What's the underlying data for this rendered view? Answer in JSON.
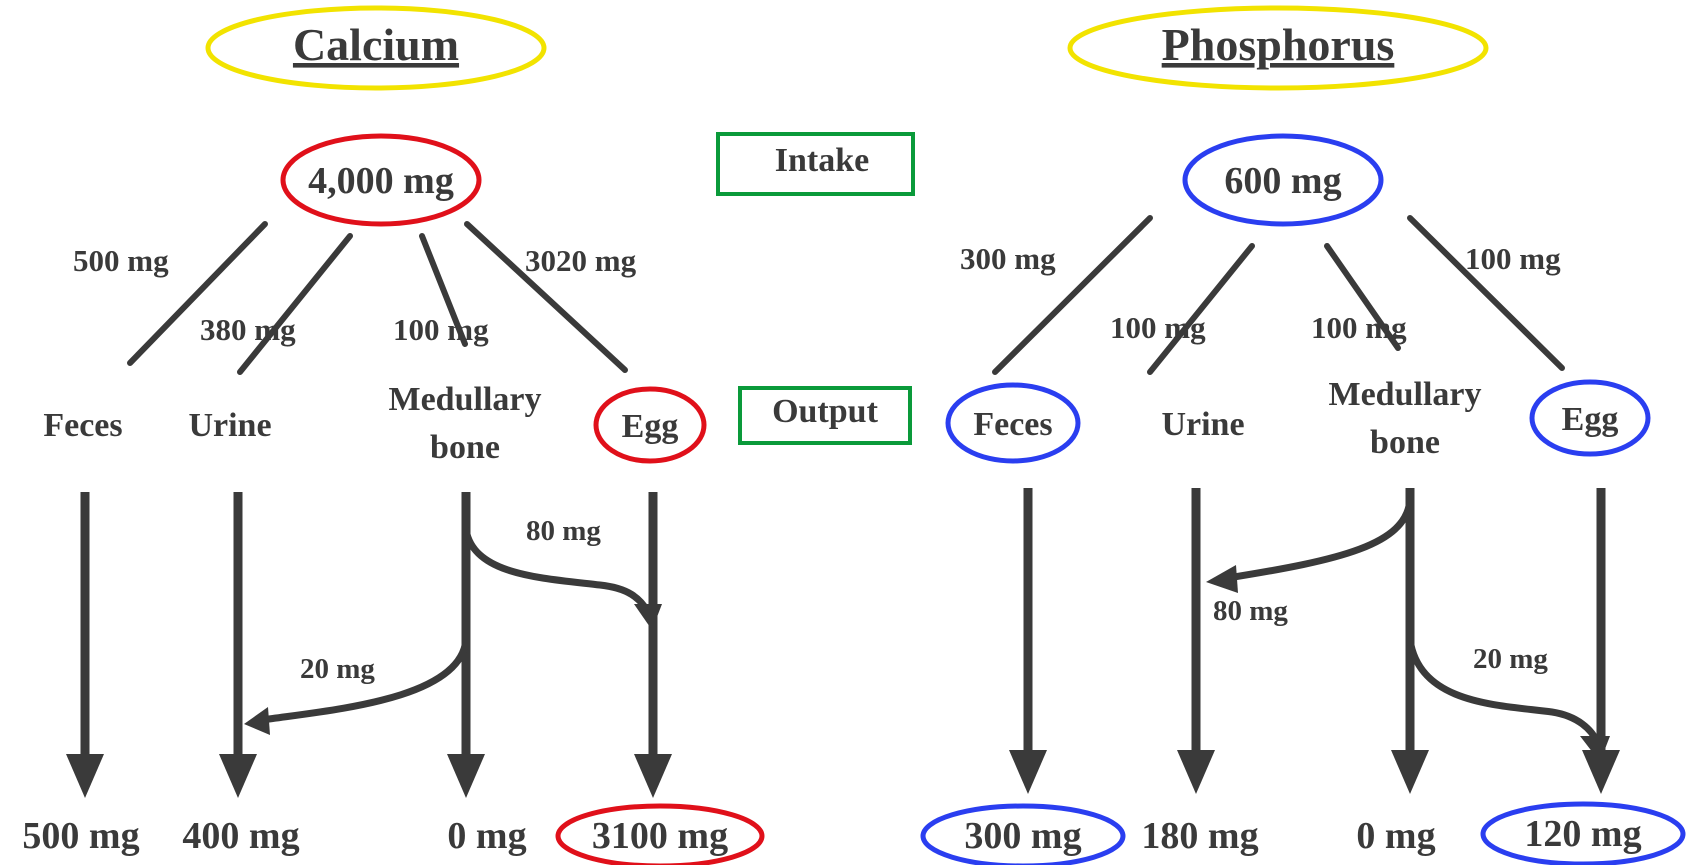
{
  "colors": {
    "title_ellipse": "#f2e300",
    "calcium_highlight": "#e0101a",
    "phosphorus_highlight": "#2a3ef0",
    "legend_box": "#0a9a3a",
    "ink": "#3a3a3a"
  },
  "legend": {
    "intake": "Intake",
    "output": "Output"
  },
  "calcium": {
    "title": "Calcium",
    "intake": "4,000 mg",
    "splits": {
      "feces": "500 mg",
      "urine": "380 mg",
      "bone": "100 mg",
      "egg": "3020  mg"
    },
    "outputs": {
      "feces": "Feces",
      "urine": "Urine",
      "bone_line1": "Medullary",
      "bone_line2": "bone",
      "egg": "Egg"
    },
    "transfers": {
      "bone_to_egg": "80 mg",
      "bone_to_urine": "20 mg"
    },
    "totals": {
      "feces": "500 mg",
      "urine": "400 mg",
      "bone": "0 mg",
      "egg": "3100 mg"
    }
  },
  "phosphorus": {
    "title": "Phosphorus",
    "intake": "600 mg",
    "splits": {
      "feces": "300  mg",
      "urine": "100  mg",
      "bone": "100  mg",
      "egg": "100  mg"
    },
    "outputs": {
      "feces": "Feces",
      "urine": "Urine",
      "bone_line1": "Medullary",
      "bone_line2": "bone",
      "egg": "Egg"
    },
    "transfers": {
      "bone_to_urine": "80 mg",
      "bone_to_egg": "20 mg"
    },
    "totals": {
      "feces": "300 mg",
      "urine": "180 mg",
      "bone": "0 mg",
      "egg": "120 mg"
    }
  }
}
